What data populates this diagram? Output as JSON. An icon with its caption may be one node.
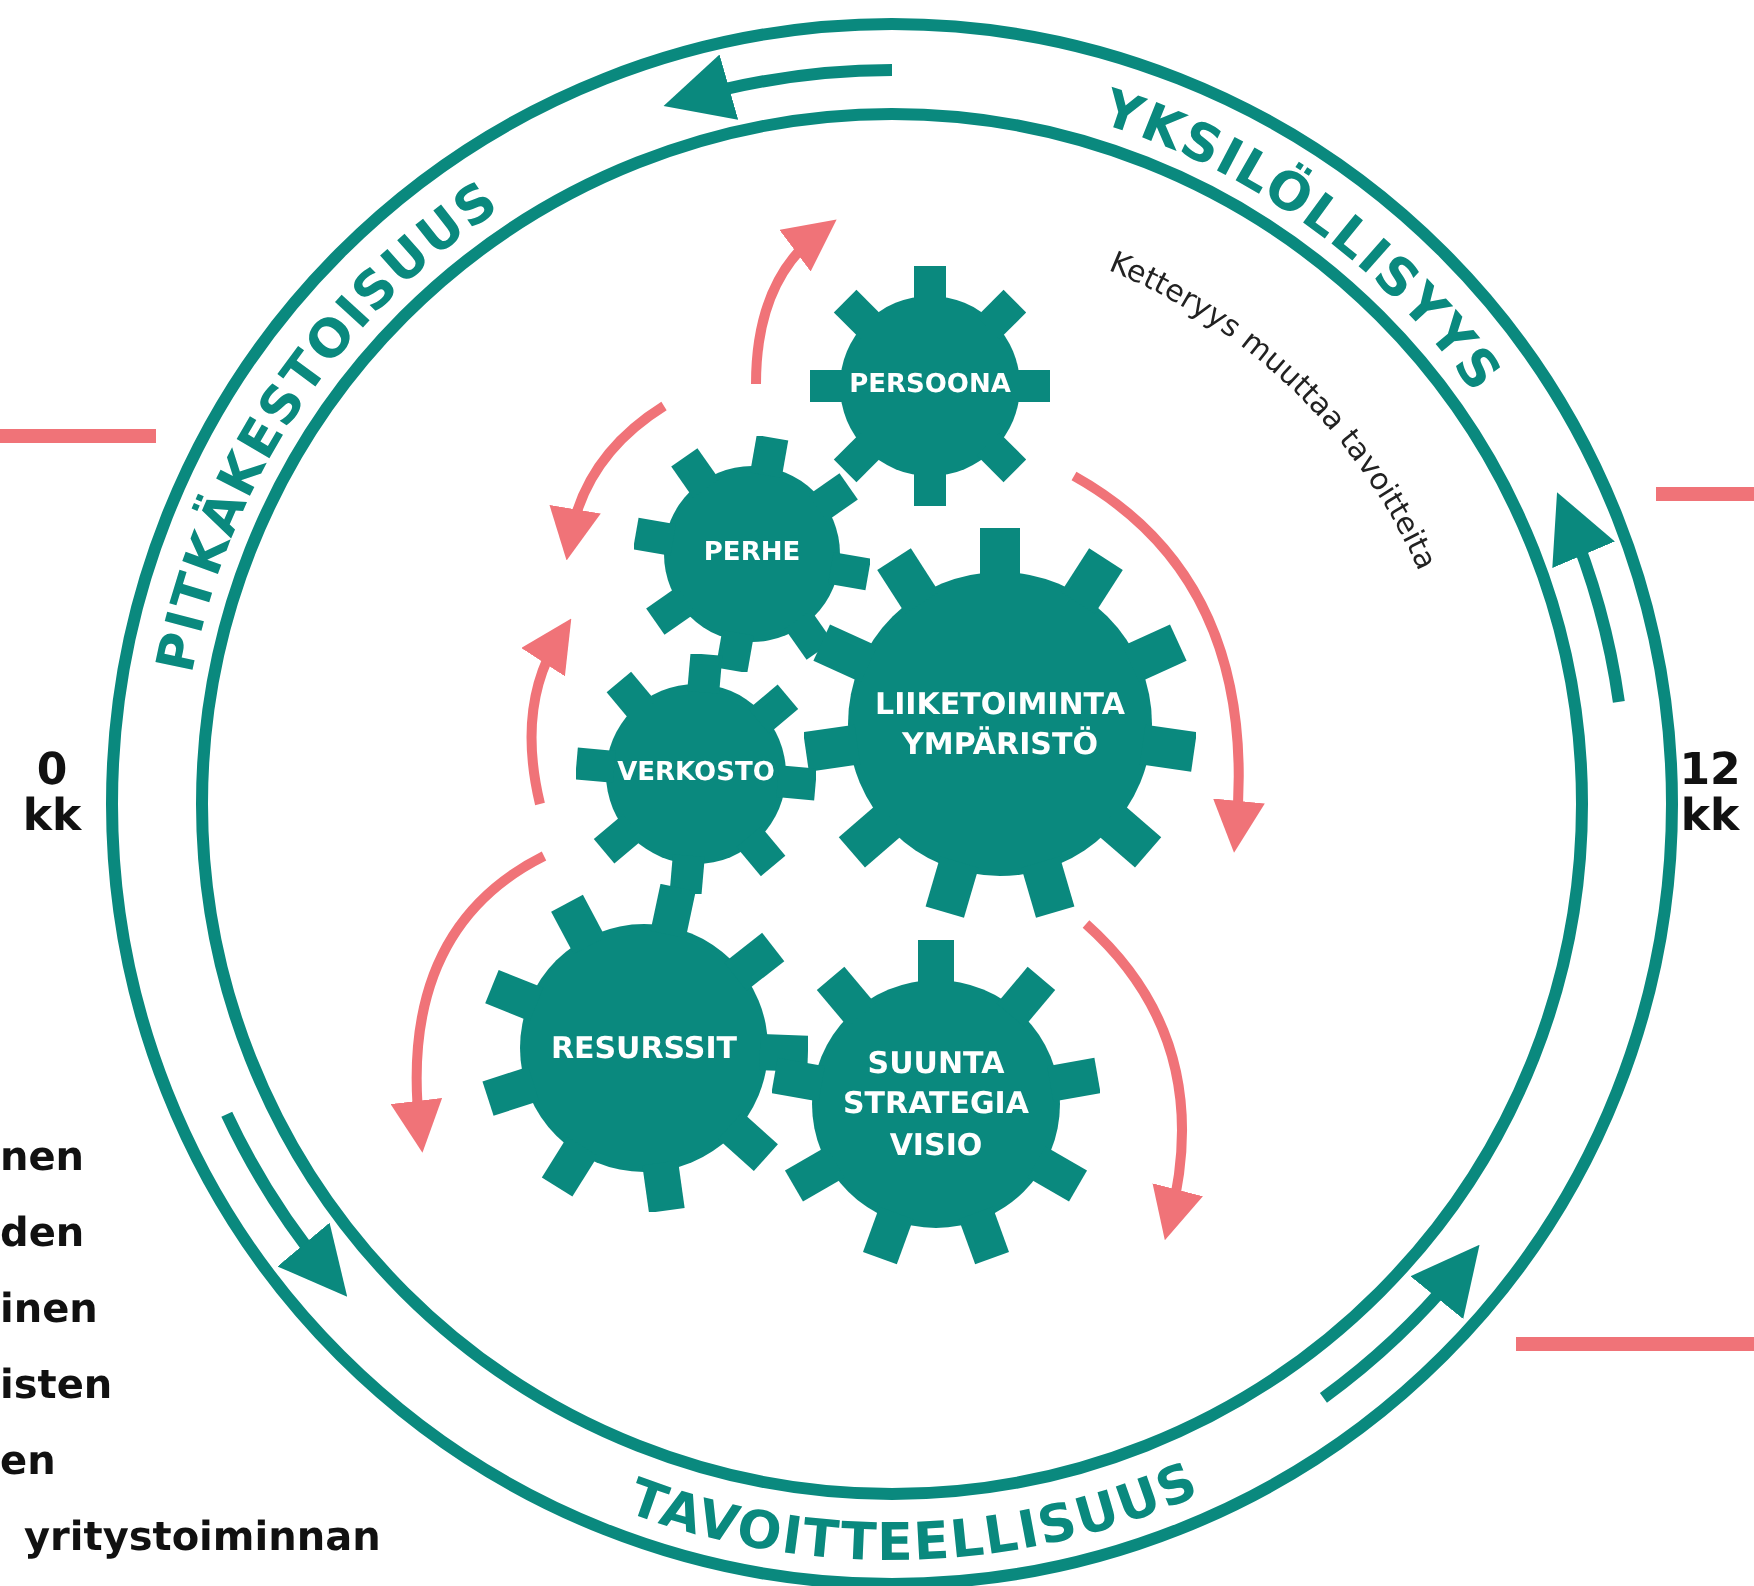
{
  "diagram": {
    "nodes": [
      {
        "text": [
          "PERSOONA"
        ]
      },
      {
        "text": [
          "PERHE"
        ]
      },
      {
        "text": [
          "LIIKETOIMINTA YMPÄRISTÖ"
        ]
      },
      {
        "text": [
          "VERKOSTO"
        ]
      },
      {
        "text": [
          "RESURSSIT"
        ]
      },
      {
        "text": [
          "SUUNTA STRATEGIA VISIO"
        ]
      }
    ],
    "labels": [
      "PITKÄKESTOISUUS",
      "YKSILÖLLISYYS",
      "Ketteryys muuttaa tavoitteita",
      "0 kk",
      "12 kk",
      "nen",
      "den",
      "inen",
      "isten",
      "en",
      "yritystoiminnan",
      "TAVOITTEELLISUUS"
    ]
  }
}
